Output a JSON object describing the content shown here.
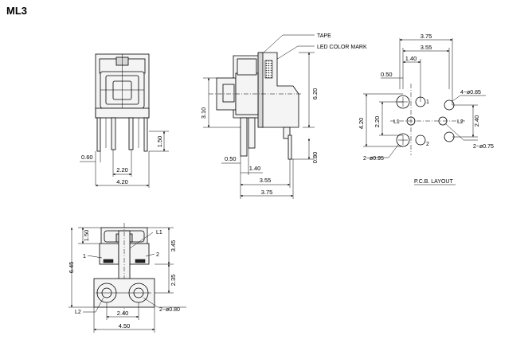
{
  "title": "ML3",
  "labels": {
    "tape": "TAPE",
    "led_color_mark": "LED COLOR MARK",
    "pcb_layout": "P.C.B. LAYOUT"
  },
  "front_view": {
    "d_0_60": "0.60",
    "d_2_20": "2.20",
    "d_4_20": "4.20",
    "d_1_50": "1.50"
  },
  "side_view": {
    "d_3_10": "3.10",
    "d_6_20": "6.20",
    "d_0_50": "0.50",
    "d_1_40": "1.40",
    "d_3_55": "3.55",
    "d_3_75": "3.75",
    "d_0_80": "0.80"
  },
  "pcb_layout": {
    "d_3_75": "3.75",
    "d_3_55": "3.55",
    "d_1_40": "1.40",
    "d_0_50": "0.50",
    "d_4_020": "4.20",
    "d_2_20": "2.20",
    "d_2_40": "2.40",
    "hole_085": "4−ø0.85",
    "hole_075": "2−ø0.75",
    "hole_095": "2−ø0.95",
    "pin_1": "1",
    "pin_2": "2",
    "pin_L1": "L1",
    "pin_L2": "L2"
  },
  "bottom_view": {
    "d_1_50": "1.50",
    "d_3_45": "3.45",
    "d_6_45": "6.45",
    "d_2_35": "2.35",
    "d_2_40": "2.40",
    "d_4_50": "4.50",
    "hole_080": "2−ø0.80",
    "pin_1": "1",
    "pin_2": "2",
    "pin_L1": "L1",
    "pin_L2": "L2"
  }
}
